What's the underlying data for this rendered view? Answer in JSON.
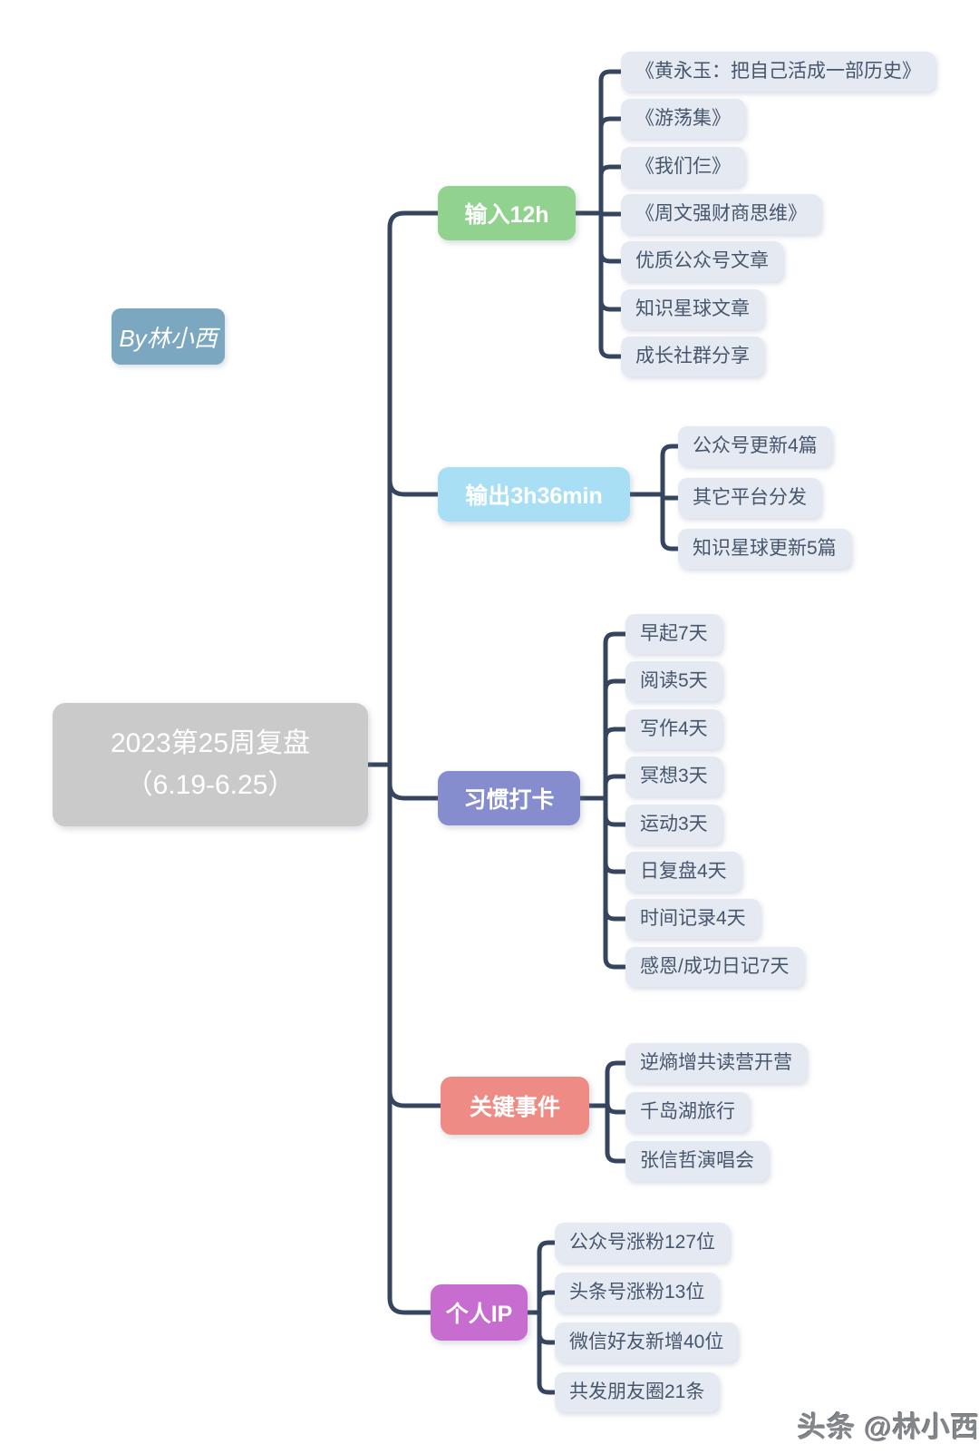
{
  "root": {
    "line1": "2023第25周复盘",
    "line2": "（6.19-6.25）"
  },
  "author_badge": "By林小西",
  "watermark": "头条 @林小西",
  "branches": [
    {
      "label": "输入12h",
      "color": "#90d28e",
      "children": [
        "《黄永玉：把自己活成一部历史》",
        "《游荡集》",
        "《我们仨》",
        "《周文强财商思维》",
        "优质公众号文章",
        "知识星球文章",
        "成长社群分享"
      ]
    },
    {
      "label": "输出3h36min",
      "color": "#a8dff4",
      "children": [
        "公众号更新4篇",
        "其它平台分发",
        "知识星球更新5篇"
      ]
    },
    {
      "label": "习惯打卡",
      "color": "#858dce",
      "children": [
        "早起7天",
        "阅读5天",
        "写作4天",
        "冥想3天",
        "运动3天",
        "日复盘4天",
        "时间记录4天",
        "感恩/成功日记7天"
      ]
    },
    {
      "label": "关键事件",
      "color": "#ef8b85",
      "children": [
        "逆熵增共读营开营",
        "千岛湖旅行",
        "张信哲演唱会"
      ]
    },
    {
      "label": "个人IP",
      "color": "#c76dd0",
      "children": [
        "公众号涨粉127位",
        "头条号涨粉13位",
        "微信好友新增40位",
        "共发朋友圈21条"
      ]
    }
  ],
  "colors": {
    "line": "#36455f",
    "root_bg": "#cacaca",
    "leaf_bg": "#e5e9f2",
    "leaf_text": "#46576d",
    "badge_bg": "#7ba8c0"
  }
}
